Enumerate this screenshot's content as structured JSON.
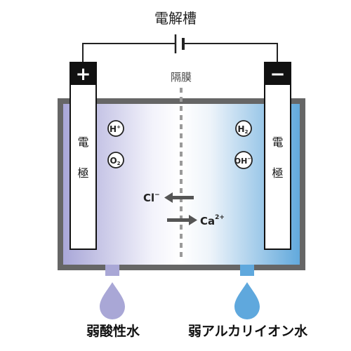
{
  "title": "電解槽",
  "membrane_label": "隔膜",
  "anode": {
    "sign": "+",
    "label_chars": [
      "電",
      "極"
    ],
    "ions": [
      {
        "base": "H",
        "sup": "+",
        "sub": ""
      },
      {
        "base": "O",
        "sup": "",
        "sub": "2"
      }
    ]
  },
  "cathode": {
    "sign": "−",
    "label_chars": [
      "電",
      "極"
    ],
    "ions": [
      {
        "base": "H",
        "sup": "",
        "sub": "2"
      },
      {
        "base": "OH",
        "sup": "−",
        "sub": ""
      }
    ]
  },
  "migration": {
    "chloride": {
      "base": "Cl",
      "sup": "−"
    },
    "calcium": {
      "base": "Ca",
      "sup": "2+"
    }
  },
  "outputs": {
    "left_label": "弱酸性水",
    "right_label": "弱アルカリイオン水"
  },
  "colors": {
    "acid": "#a9a7d6",
    "alkaline": "#5fa8dd",
    "frame": "#666666",
    "arrow": "#555555"
  }
}
